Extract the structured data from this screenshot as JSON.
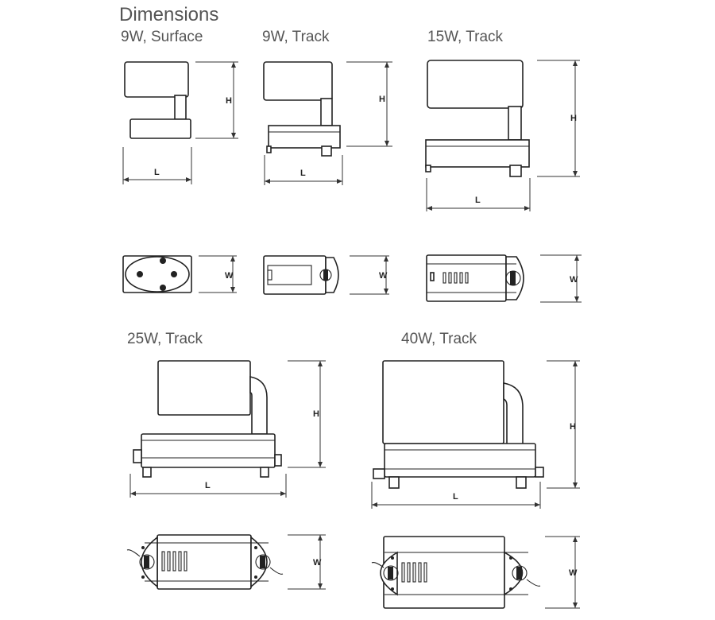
{
  "title": "Dimensions",
  "captions": {
    "w9_surface": "9W, Surface",
    "w9_track": "9W, Track",
    "w15_track": "15W, Track",
    "w25_track": "25W, Track",
    "w40_track": "40W, Track"
  },
  "labels": {
    "length": "L",
    "height": "H",
    "width": "W"
  }
}
